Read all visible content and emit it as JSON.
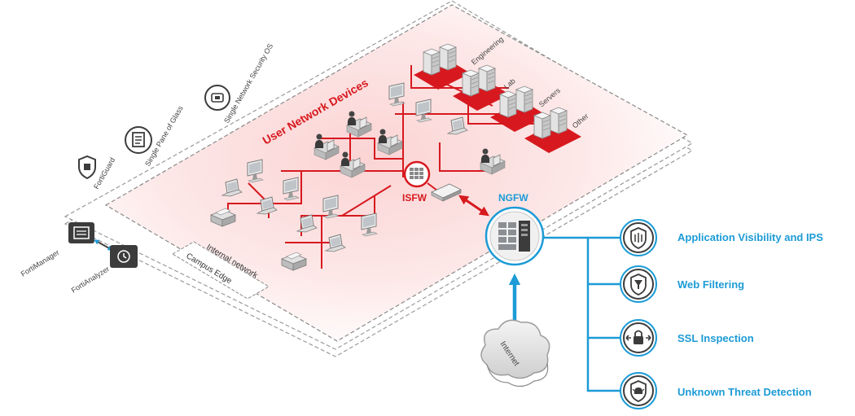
{
  "diagram": {
    "colors": {
      "accent_red": "#d7191f",
      "accent_blue": "#1c9bd6",
      "plate_fill": "#fde6e6",
      "gray_text": "#444444"
    },
    "zone_title": "User Network Devices",
    "internal_network_label": "Internal network",
    "campus_edge_label": "Campus Edge",
    "isfw_label": "ISFW",
    "ngfw_label": "NGFW",
    "internet_label": "Internet",
    "server_groups": [
      {
        "label": "Engineering"
      },
      {
        "label": "Lab"
      },
      {
        "label": "Servers"
      },
      {
        "label": "Other"
      }
    ],
    "management": [
      {
        "label": "FortiGuard",
        "icon": "shield-icon"
      },
      {
        "label": "Single Pane of Glass",
        "icon": "clipboard-icon"
      },
      {
        "label": "Single Network Security OS",
        "icon": "os-icon"
      },
      {
        "label": "FortiManager",
        "icon": "manager-icon"
      },
      {
        "label": "FortiAnalyzer",
        "icon": "analyzer-icon"
      }
    ],
    "features": [
      {
        "label": "Application Visibility and IPS",
        "icon": "app-visibility-icon"
      },
      {
        "label": "Web Filtering",
        "icon": "web-filter-icon"
      },
      {
        "label": "SSL Inspection",
        "icon": "ssl-lock-icon"
      },
      {
        "label": "Unknown Threat Detection",
        "icon": "threat-detection-icon"
      }
    ]
  }
}
